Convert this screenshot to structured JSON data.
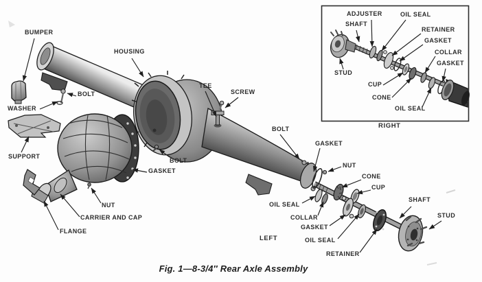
{
  "figure_caption": "Fig. 1—8-3/4″ Rear Axle Assembly",
  "main_diagram": {
    "callouts": [
      "BUMPER",
      "HOUSING",
      "TEE",
      "SCREW",
      "BOLT",
      "WASHER",
      "SUPPORT",
      "BOLT",
      "GASKET",
      "NUT",
      "CARRIER AND CAP",
      "FLANGE",
      "BOLT",
      "GASKET",
      "NUT",
      "CONE",
      "CUP",
      "OIL SEAL",
      "COLLAR",
      "GASKET",
      "OIL SEAL",
      "RETAINER",
      "SHAFT",
      "STUD"
    ],
    "side_label": "LEFT"
  },
  "inset_diagram": {
    "callouts": [
      "ADJUSTER",
      "OIL SEAL",
      "SHAFT",
      "RETAINER",
      "GASKET",
      "COLLAR",
      "GASKET",
      "STUD",
      "CUP",
      "CONE",
      "OIL SEAL"
    ],
    "side_label": "RIGHT"
  },
  "artwork_colors": {
    "line": "#1c1c1c",
    "metal_light": "#e8e8e8",
    "metal_mid": "#9a9a9a",
    "metal_dark": "#3d3d3d",
    "paper": "#fdfdfd"
  }
}
